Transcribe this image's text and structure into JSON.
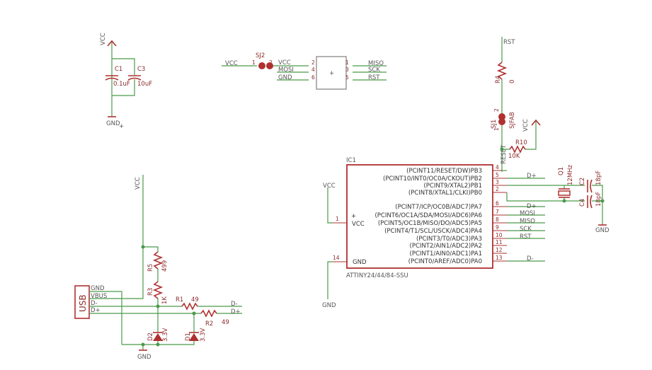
{
  "components": {
    "ic1": {
      "name": "IC1",
      "part": "ATTINY24/44/84-SSU",
      "pins_right": [
        {
          "label": "(PCINT11/RESET/DW)PB3",
          "num": "4"
        },
        {
          "label": "(PCINT10/INT0/OC0A/CKOUT)PB2",
          "num": "5"
        },
        {
          "label": "(PCINT9/XTAL2)PB1",
          "num": "3"
        },
        {
          "label": "(PCINT8/XTAL1/CLKI)PB0",
          "num": "2"
        },
        {
          "label": "(PCINT7/ICP/OC0B/ADC7)PA7",
          "num": "6"
        },
        {
          "label": "(PCINT6/OC1A/SDA/MOSI/ADC6)PA6",
          "num": "7"
        },
        {
          "label": "(PCINT5/OC1B/MISO/DO/ADC5)PA5",
          "num": "8"
        },
        {
          "label": "(PCINT4/T1/SCL/USCK/ADC4)PA4",
          "num": "9"
        },
        {
          "label": "(PCINT3/T0/ADC3)PA3",
          "num": "10"
        },
        {
          "label": "(PCINT2/AIN1/ADC2)PA2",
          "num": "11"
        },
        {
          "label": "(PCINT1/AIN0/ADC1)PA1",
          "num": "12"
        },
        {
          "label": "(PCINT0/AREF/ADC0)PA0",
          "num": "13"
        }
      ],
      "vcc_label": "VCC",
      "gnd_label": "GND",
      "vcc_pin": "1",
      "gnd_pin": "14",
      "plus": "+"
    },
    "c1": {
      "name": "C1",
      "value": "0.1uF"
    },
    "c3": {
      "name": "C3",
      "value": "10uF"
    },
    "sj2": {
      "name": "SJ2",
      "pin1": "1",
      "pin2": "2"
    },
    "sj1": {
      "name": "SJ1",
      "value": "SJFAB",
      "pin1": "1",
      "pin2": "2"
    },
    "r4": {
      "name": "R4",
      "value": "0"
    },
    "r10": {
      "name": "R10",
      "value": "10K"
    },
    "q1": {
      "name": "Q1",
      "value": "12MHz"
    },
    "c2": {
      "name": "C2",
      "value": "18pF"
    },
    "c4": {
      "name": "C4",
      "value": "18pF"
    },
    "r1": {
      "name": "R1",
      "value": "49"
    },
    "r2": {
      "name": "R2",
      "value": "49"
    },
    "r3": {
      "name": "R3",
      "value": "1K"
    },
    "r5": {
      "name": "R5",
      "value": "499"
    },
    "d1": {
      "name": "D1",
      "value": "3.3V"
    },
    "d2": {
      "name": "D2",
      "value": "3.3V"
    },
    "usb": {
      "name": "USB",
      "pins": [
        "GND",
        "VBUS",
        "D-",
        "D+"
      ]
    },
    "isp": {
      "left_pins": [
        {
          "net": "VCC",
          "num": "2"
        },
        {
          "net": "MOSI",
          "num": "4"
        },
        {
          "net": "GND",
          "num": "6"
        }
      ],
      "right_pins": [
        {
          "net": "MISO",
          "num": "1"
        },
        {
          "net": "SCK",
          "num": "3"
        },
        {
          "net": "RST",
          "num": "5"
        }
      ],
      "plus": "+"
    }
  },
  "nets": {
    "vcc_top_left": "VCC",
    "gnd_top_left": "GND",
    "sj2_vcc": "VCC",
    "rst_top": "RST",
    "vcc_r10": "VCC",
    "reset_label": "RESET",
    "dplus_ic": "D+",
    "dplus_ic2": "D+",
    "mosi": "MOSI",
    "miso": "MISO",
    "sck": "SCK",
    "rst": "RST",
    "dminus_ic": "D-",
    "gnd_xtal": "GND",
    "vcc_ic": "VCC",
    "gnd_ic": "GND",
    "vcc_usb": "VCC",
    "dminus_usb": "D-",
    "dplus_usb": "D+",
    "gnd_usb": "GND"
  },
  "colors": {
    "wire": "#4a9a4a",
    "part": "#b03030"
  }
}
